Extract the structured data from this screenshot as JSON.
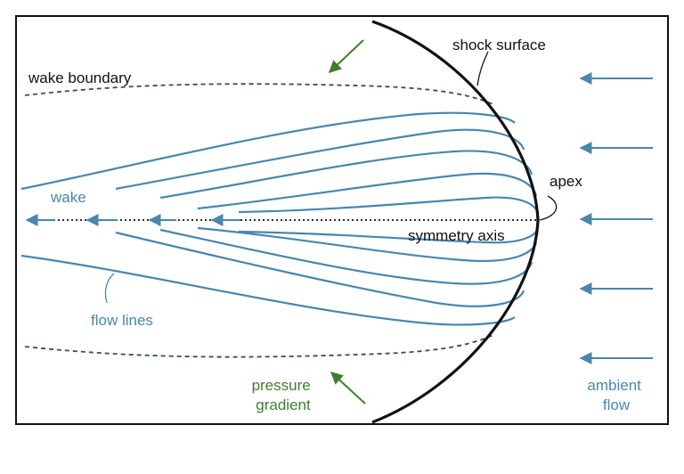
{
  "colors": {
    "flow": "#4a86ad",
    "green": "#3f7d2f",
    "text": "#111111",
    "frame": "#111111"
  },
  "labels": {
    "shock_surface": "shock surface",
    "wake_boundary": "wake boundary",
    "apex": "apex",
    "wake": "wake",
    "symmetry_axis": "symmetry axis",
    "flow_lines": "flow lines",
    "pressure_gradient": [
      "pressure",
      "gradient"
    ],
    "ambient_flow": [
      "ambient",
      "flow"
    ]
  }
}
